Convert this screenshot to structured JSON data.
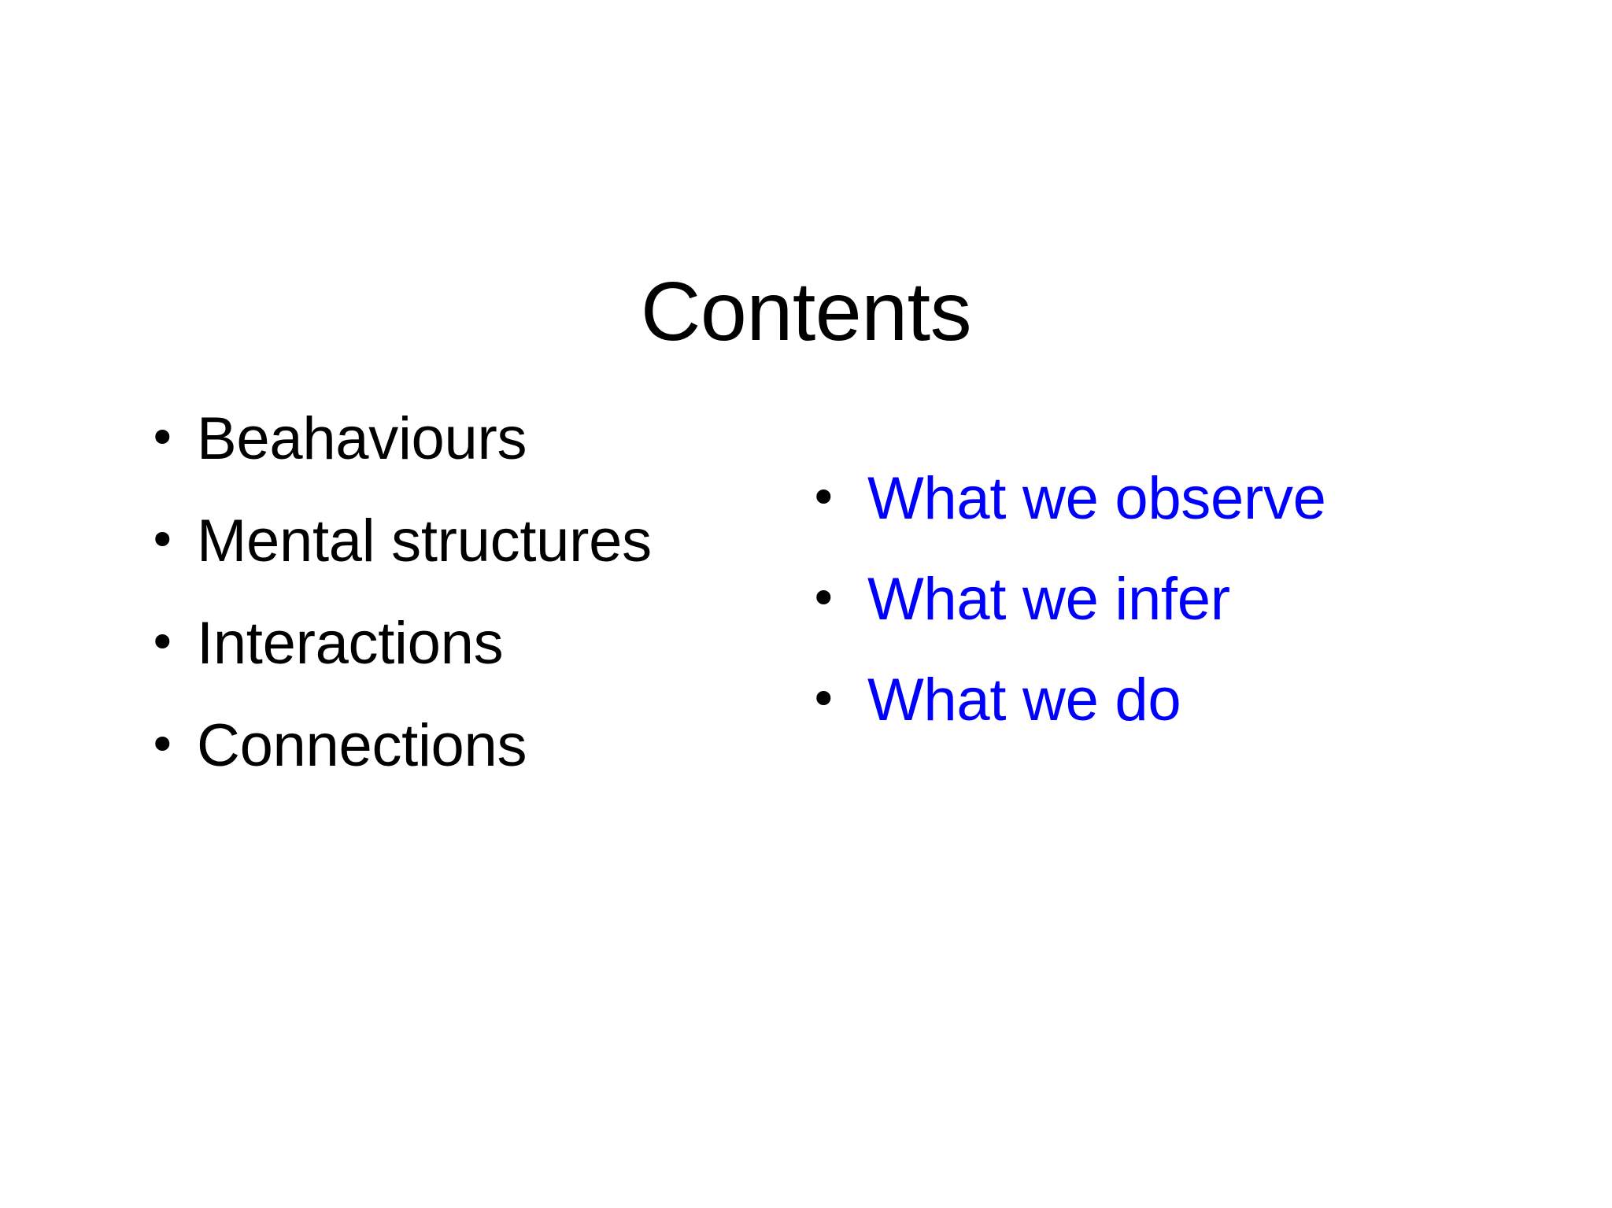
{
  "slide": {
    "title": "Contents",
    "background_color": "#ffffff",
    "title_color": "#000000"
  },
  "left_column": {
    "text_color": "#000000",
    "marker_color": "#000000",
    "marker_glyph": "•",
    "items": [
      {
        "label": "Beahaviours"
      },
      {
        "label": "Mental structures"
      },
      {
        "label": "Interactions"
      },
      {
        "label": "Connections"
      }
    ]
  },
  "right_column": {
    "text_color": "#0000ff",
    "marker_color": "#000000",
    "marker_glyph": "•",
    "items": [
      {
        "label": "What we observe"
      },
      {
        "label": "What we infer"
      },
      {
        "label": "What we do"
      }
    ]
  }
}
